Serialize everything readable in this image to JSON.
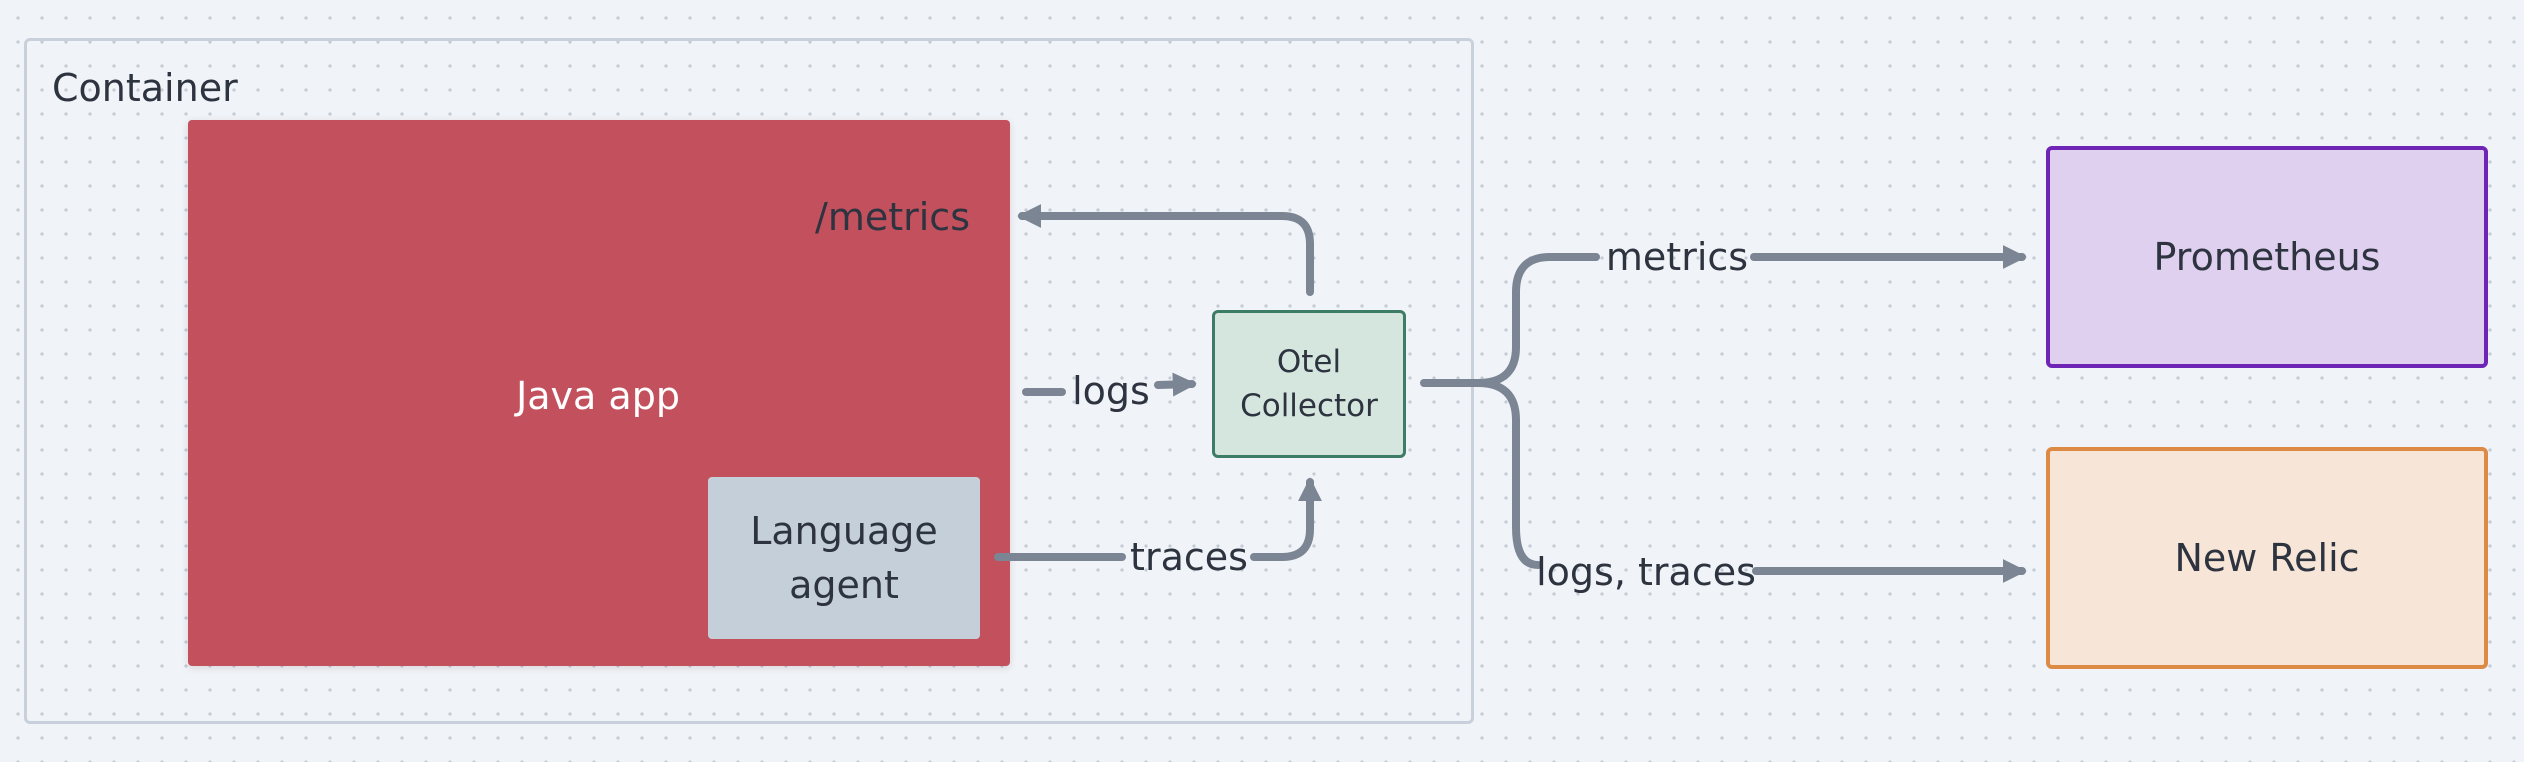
{
  "diagram": {
    "container": {
      "label": "Container"
    },
    "java_app": {
      "label": "Java app",
      "endpoint_label": "/metrics"
    },
    "language_agent": {
      "line1": "Language",
      "line2": "agent"
    },
    "otel_collector": {
      "line1": "Otel",
      "line2": "Collector"
    },
    "prometheus": {
      "label": "Prometheus"
    },
    "new_relic": {
      "label": "New Relic"
    },
    "edges": {
      "logs": "logs",
      "traces": "traces",
      "metrics": "metrics",
      "logs_traces": "logs, traces"
    }
  },
  "colors": {
    "canvas": "#f0f3f7",
    "java_app": "#c2505d",
    "language_agent": "#c5cfd9",
    "otel_fill": "#d5e6df",
    "otel_border": "#3d7c66",
    "prometheus_fill": "#e0d0f0",
    "prometheus_border": "#6e24b5",
    "new_relic_fill": "#f7e5d8",
    "new_relic_border": "#dd8a45",
    "connector": "#7b8593"
  }
}
